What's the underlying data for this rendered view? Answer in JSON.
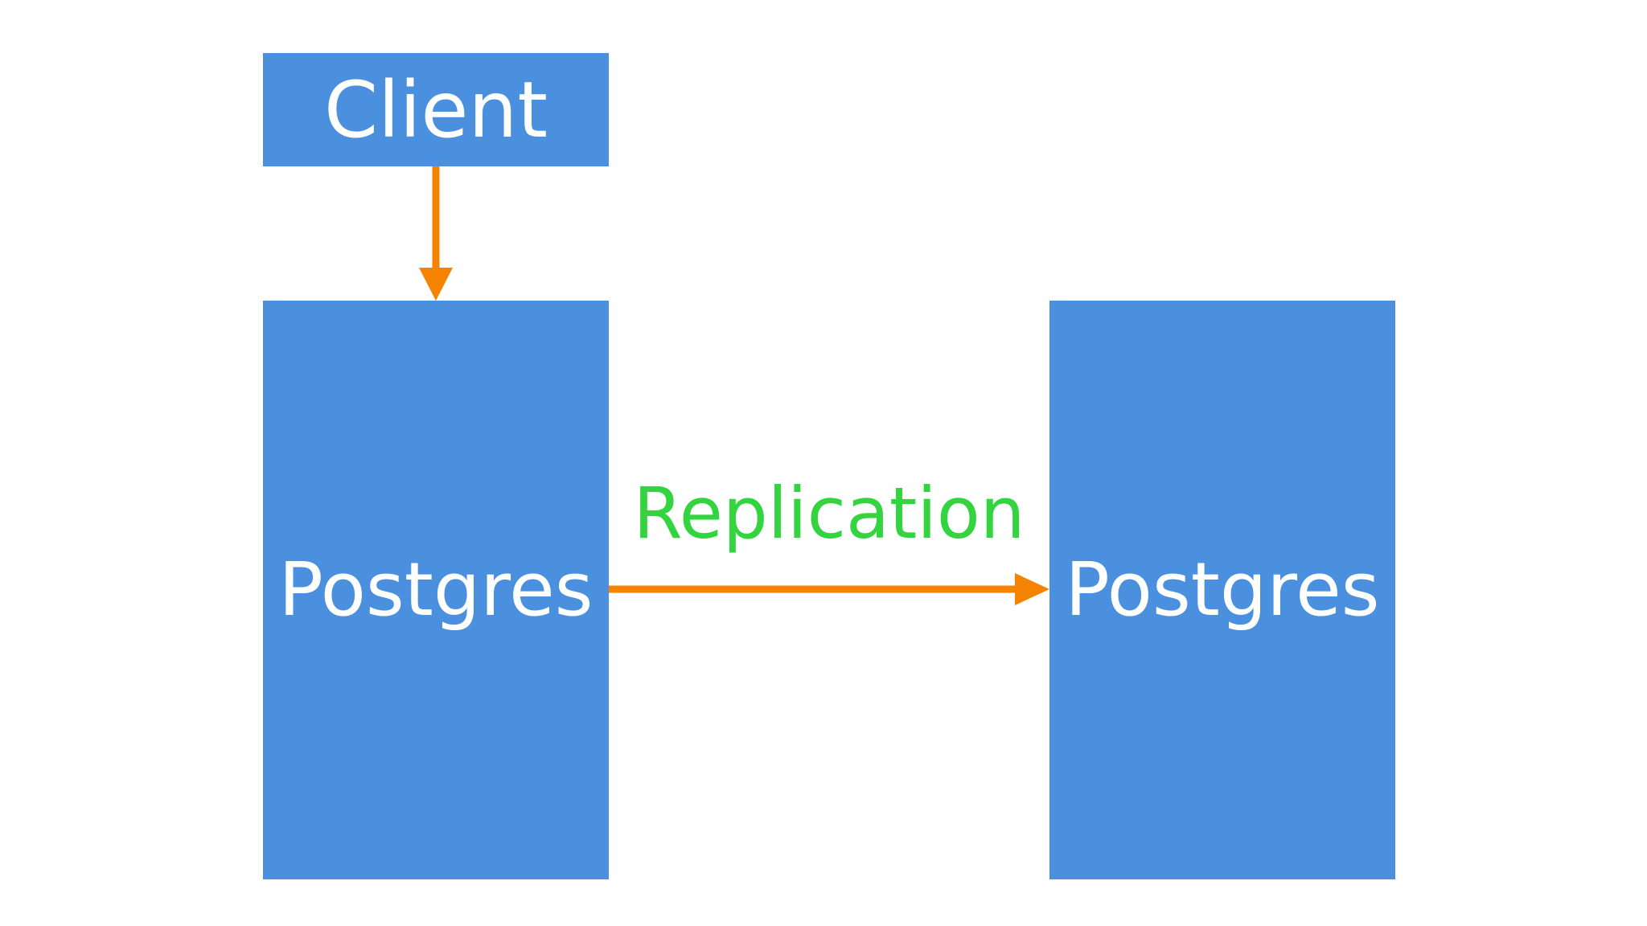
{
  "diagram": {
    "nodes": [
      {
        "id": "client",
        "label": "Client"
      },
      {
        "id": "primary",
        "label": "Postgres"
      },
      {
        "id": "replica",
        "label": "Postgres"
      }
    ],
    "edges": [
      {
        "from": "client",
        "to": "primary",
        "label": ""
      },
      {
        "from": "primary",
        "to": "replica",
        "label": "Replication"
      }
    ]
  },
  "colors": {
    "box_fill": "#4a90de",
    "box_text": "#ffffff",
    "arrow": "#f58200",
    "edge_label": "#33d43f",
    "background": "#ffffff"
  }
}
